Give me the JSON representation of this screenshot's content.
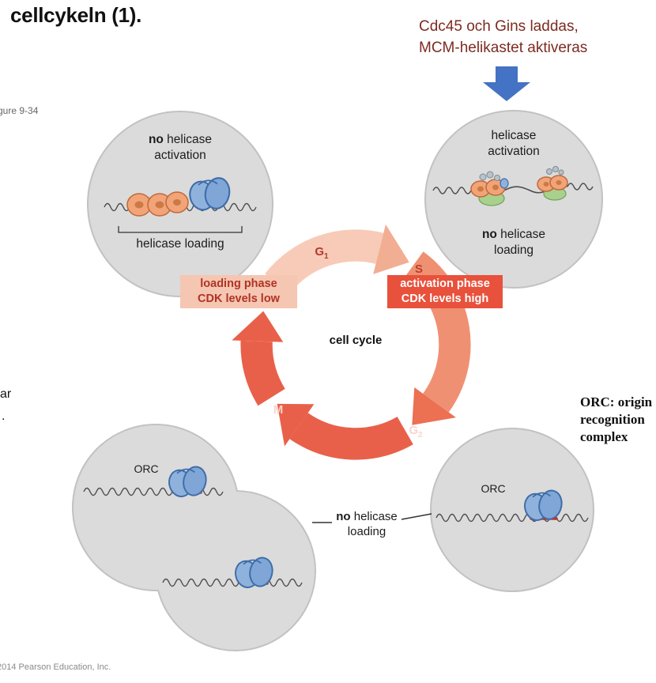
{
  "slide": {
    "title": "cellcykeln (1).",
    "figure_label": "gure 9-34",
    "copyright": "2014 Pearson Education, Inc.",
    "left_fragments": [
      "ar",
      "."
    ],
    "annotation": {
      "line1": "Cdc45 och Gins laddas,",
      "line2": "MCM-helikastet aktiveras"
    },
    "orc_note": {
      "line1": "ORC: origin",
      "line2": "recognition",
      "line3": "complex"
    }
  },
  "diagram": {
    "top_left_cell": {
      "title_bold": "no",
      "title_rest": " helicase",
      "title_line2": "activation",
      "caption": "helicase loading"
    },
    "top_right_cell": {
      "title_line1": "helicase",
      "title_line2": "activation",
      "caption_bold": "no",
      "caption_rest": " helicase",
      "caption_line2": "loading"
    },
    "bottom_right_cell": {
      "orc_label": "ORC"
    },
    "bottom_left_cell": {
      "orc_label": "ORC"
    },
    "center_label": "cell cycle",
    "phases": {
      "g1": {
        "main": "G",
        "sub": "1"
      },
      "s": {
        "main": "S"
      },
      "g2": {
        "main": "G",
        "sub": "2"
      },
      "m": {
        "main": "M"
      }
    },
    "loading_box": {
      "line1": "loading phase",
      "line2": "CDK levels low"
    },
    "activation_box": {
      "line1": "activation phase",
      "line2": "CDK levels high"
    },
    "no_loading_note": {
      "bold": "no",
      "rest": " helicase",
      "line2": "loading"
    }
  },
  "colors": {
    "accent_blue_arrow": "#4472C4",
    "annotation_text": "#7D2B21",
    "cell_fill": "#DBDBDB",
    "cycle_g1": "#F7CBB8",
    "cycle_s": "#F09072",
    "cycle_g2_m": "#E9604A",
    "loading_box_bg": "#F5C6B2",
    "loading_box_text": "#B03325",
    "activation_box_bg": "#E8513B",
    "orc_blue": "#7FA6D6",
    "mcm_orange": "#F2A478",
    "gins_green": "#A9D18E",
    "origin_red": "#D02818"
  }
}
